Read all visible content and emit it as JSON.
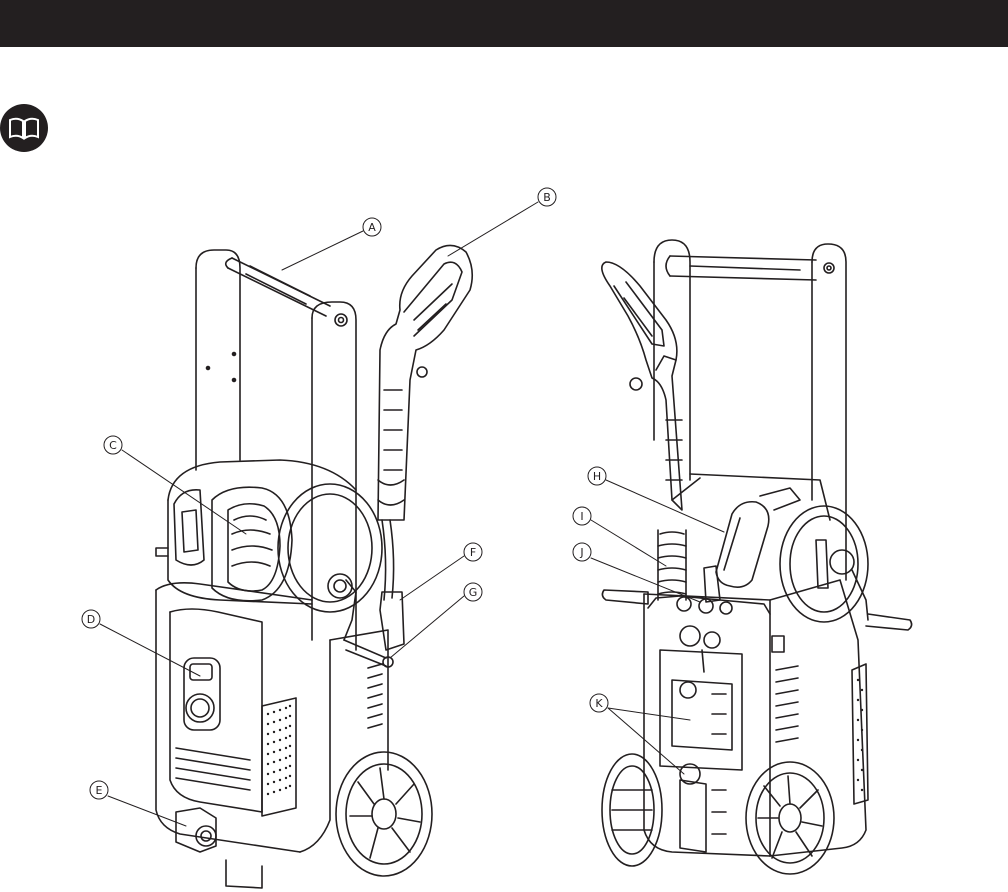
{
  "colors": {
    "header": "#231f20",
    "line": "#231f20",
    "paper": "#ffffff"
  },
  "icons": {
    "manual": "open-book-icon"
  },
  "callouts": {
    "a": "A",
    "b": "B",
    "c": "C",
    "d": "D",
    "e": "E",
    "f": "F",
    "g": "G",
    "h": "H",
    "i": "I",
    "j": "J",
    "k": "K"
  }
}
